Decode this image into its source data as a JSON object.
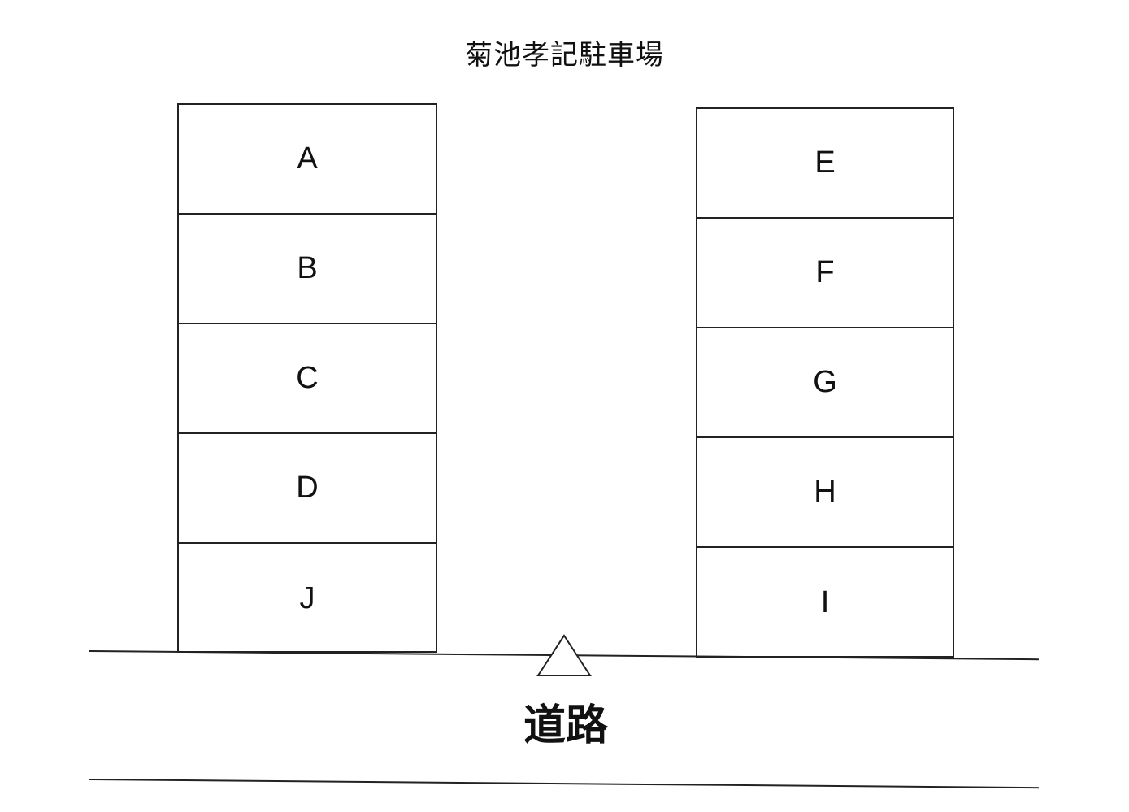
{
  "title": "菊池孝記駐車場",
  "left_spaces": [
    "A",
    "B",
    "C",
    "D",
    "J"
  ],
  "right_spaces": [
    "E",
    "F",
    "G",
    "H",
    "I"
  ],
  "road_label": "道路",
  "entrance_icon": "triangle-entrance-icon"
}
